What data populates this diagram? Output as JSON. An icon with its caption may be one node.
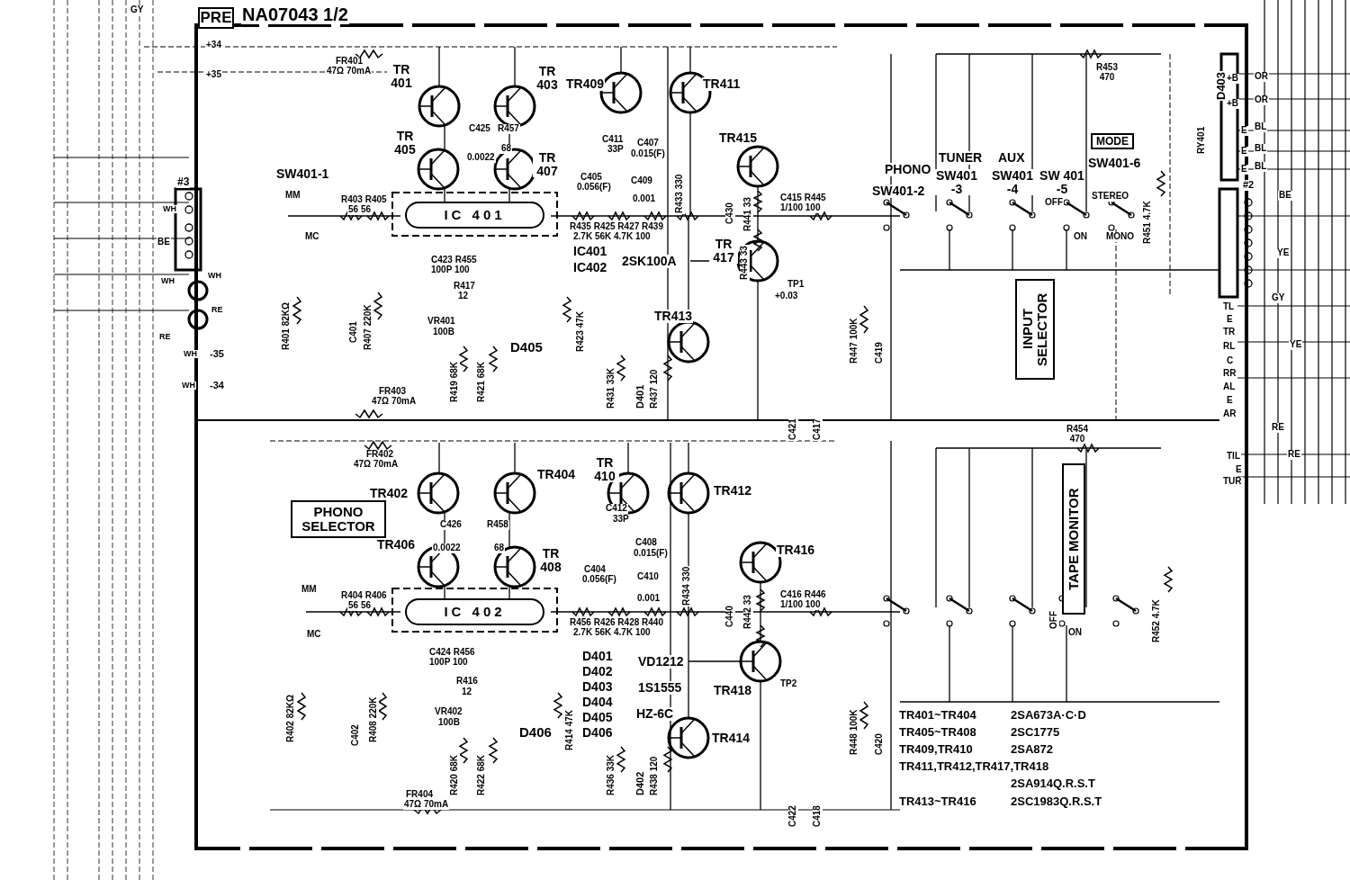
{
  "diagram": {
    "nodes": [
      {
        "text": [
          "PRE"
        ]
      },
      {
        "text": [
          "IC 401"
        ]
      },
      {
        "text": [
          "MODE"
        ]
      },
      {
        "text": [
          "INPUT SELECTOR"
        ]
      },
      {
        "text": [
          "PHONO SELECTOR"
        ]
      },
      {
        "text": [
          "TAPE MONITOR"
        ]
      },
      {
        "text": [
          "IC 402"
        ]
      }
    ],
    "labels": [
      "NA07043 1/2",
      "+34",
      "+35",
      "FR401",
      "47Ω 70mA",
      "TR 401",
      "TR 403",
      "TR409",
      "TR411",
      "C425",
      "R457",
      "TR 405",
      "0.0022",
      "68",
      "TR 407",
      "C411",
      "33P",
      "C407",
      "0.015(F)",
      "TR415",
      "C405",
      "0.056(F)",
      "C409",
      "0.001",
      "R433 330",
      "C430",
      "R441 33",
      "C415 R445",
      "1/100 100",
      "SW401-1",
      "MM",
      "MC",
      "R403 R405",
      "56 56",
      "R435 R425 R427 R439",
      "2.7K 56K 4.7K 100",
      "C423 R455",
      "100P 100",
      "IC401",
      "IC402",
      "2SK100A",
      "TR 417",
      "R443 33",
      "TP1",
      "+0.03",
      "R417",
      "12",
      "R401 82KΩ",
      "C401",
      "R407 220K",
      "VR401",
      "100B",
      "D405",
      "R423 47K",
      "TR413",
      "R419 68K",
      "R421 68K",
      "R431 33K",
      "D401",
      "R437 120",
      "FR403",
      "47Ω 70mA",
      "R447 100K",
      "C419",
      "C421",
      "C417",
      "PHONO",
      "SW401-2",
      "TUNER",
      "SW401 -3",
      "AUX",
      "SW401 -4",
      "SW 401 -5",
      "OFF",
      "SW401-6",
      "STEREO",
      "ON",
      "MONO",
      "R453 470",
      "R451 4.7K",
      "RY401",
      "D403",
      "+B",
      "+B",
      "E",
      "E",
      "E",
      "OR",
      "OR",
      "BL",
      "BL",
      "BL",
      "#2",
      "BE",
      "YE",
      "GY",
      "TL",
      "E",
      "TR",
      "RL",
      "C",
      "RR",
      "AL",
      "E",
      "AR",
      "YE",
      "RE",
      "GY",
      "#3",
      "WH",
      "BE",
      "WH",
      "WH",
      "RE",
      "RE",
      "WH",
      "-35",
      "WH",
      "-34",
      "FR402",
      "47Ω 70mA",
      "TR402",
      "TR404",
      "TR 410",
      "TR412",
      "C426",
      "R458",
      "TR406",
      "0.0022",
      "68",
      "TR 408",
      "C412",
      "33P",
      "C408",
      "0.015(F)",
      "TR416",
      "C404",
      "0.056(F)",
      "C410",
      "0.001",
      "R434 330",
      "C440",
      "R442 33",
      "C416 R446",
      "1/100 100",
      "MM",
      "MC",
      "R404 R406",
      "56 56",
      "R456 R426 R428 R440",
      "2.7K 56K 4.7K 100",
      "C424 R456",
      "100P 100",
      "R416",
      "12",
      "R402 82KΩ",
      "C402",
      "R408 220K",
      "VR402",
      "100B",
      "D406",
      "R414 47K",
      "R420 68K",
      "R422 68K",
      "D401",
      "D402",
      "D403",
      "D404",
      "D405",
      "D406",
      "VD1212",
      "1S1555",
      "HZ-6C",
      "TR418",
      "TP2",
      "TR414",
      "R436 33K",
      "D402",
      "R438 120",
      "FR404",
      "47Ω 70mA",
      "R448 100K",
      "C420",
      "C422",
      "C418",
      "R454 470",
      "OFF",
      "ON",
      "R452 4.7K",
      "TR401~TR404",
      "2SA673A·C·D",
      "TR405~TR408",
      "2SC1775",
      "TR409,TR410",
      "2SA872",
      "TR411,TR412,TR417,TR418",
      "2SA914Q.R.S.T",
      "TR413~TR416",
      "2SC1983Q.R.S.T",
      "TIL",
      "E",
      "TUR",
      "RE"
    ]
  }
}
